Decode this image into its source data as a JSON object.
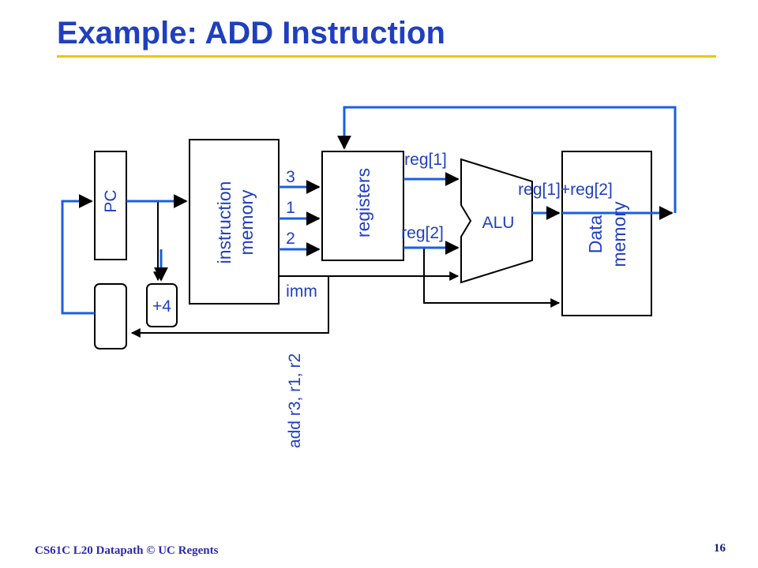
{
  "slide": {
    "title": "Example: ADD Instruction",
    "footer": "CS61C L20 Datapath © UC Regents",
    "page_number": "16"
  },
  "diagram": {
    "pc_label": "PC",
    "plus4_label": "+4",
    "imem_label_line1": "instruction",
    "imem_label_line2": "memory",
    "regs_label": "registers",
    "alu_label": "ALU",
    "dmem_label_line1": "Data",
    "dmem_label_line2": "memory",
    "field_rd": "3",
    "field_rs": "1",
    "field_rt": "2",
    "imm_label": "imm",
    "reg1_label": "reg[1]",
    "reg2_label": "reg[2]",
    "sum_label": "reg[1]+reg[2]",
    "instruction_text": "add r3, r1, r2"
  },
  "colors": {
    "accent_blue": "#1f3fbf",
    "wire_blue": "#1a5fe0",
    "rule_yellow": "#e8c800"
  }
}
